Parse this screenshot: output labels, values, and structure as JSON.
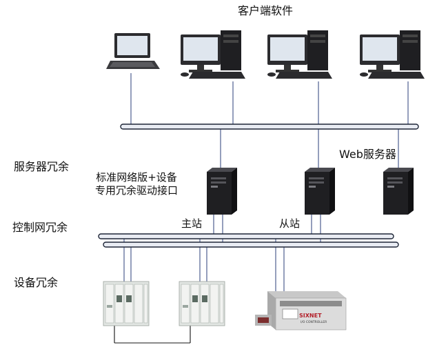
{
  "labels": {
    "client_software": "客户端软件",
    "server_redundancy": "服务器冗余",
    "driver_line1": "标准网络版+设备",
    "driver_line2": "专用冗余驱动接口",
    "web_server": "Web服务器",
    "control_net_redundancy": "控制网冗余",
    "main_station": "主站",
    "backup_station": "从站",
    "device_redundancy": "设备冗余"
  },
  "device_brand": "SIXNET",
  "device_subtitle": "I/O CONTROLLER",
  "colors": {
    "bus_fill": "#e9ecf3",
    "bus_stroke": "#1d2536",
    "link_line": "#3c4f86",
    "tower_dark": "#1f1f22",
    "monitor_frame": "#2c2c2f",
    "screen": "#dfe6ee",
    "plc_body": "#e2e6e3",
    "plc_module": "#f2f3f1",
    "io_body": "#dcdcdc",
    "io_brand": "#b3202a"
  },
  "nodes": {
    "clients": [
      "laptop",
      "desktop",
      "desktop",
      "desktop"
    ],
    "servers": [
      "main-server-tower",
      "backup-server-tower",
      "web-server-tower"
    ],
    "devices": [
      "plc-rack",
      "plc-rack",
      "io-controller"
    ]
  }
}
